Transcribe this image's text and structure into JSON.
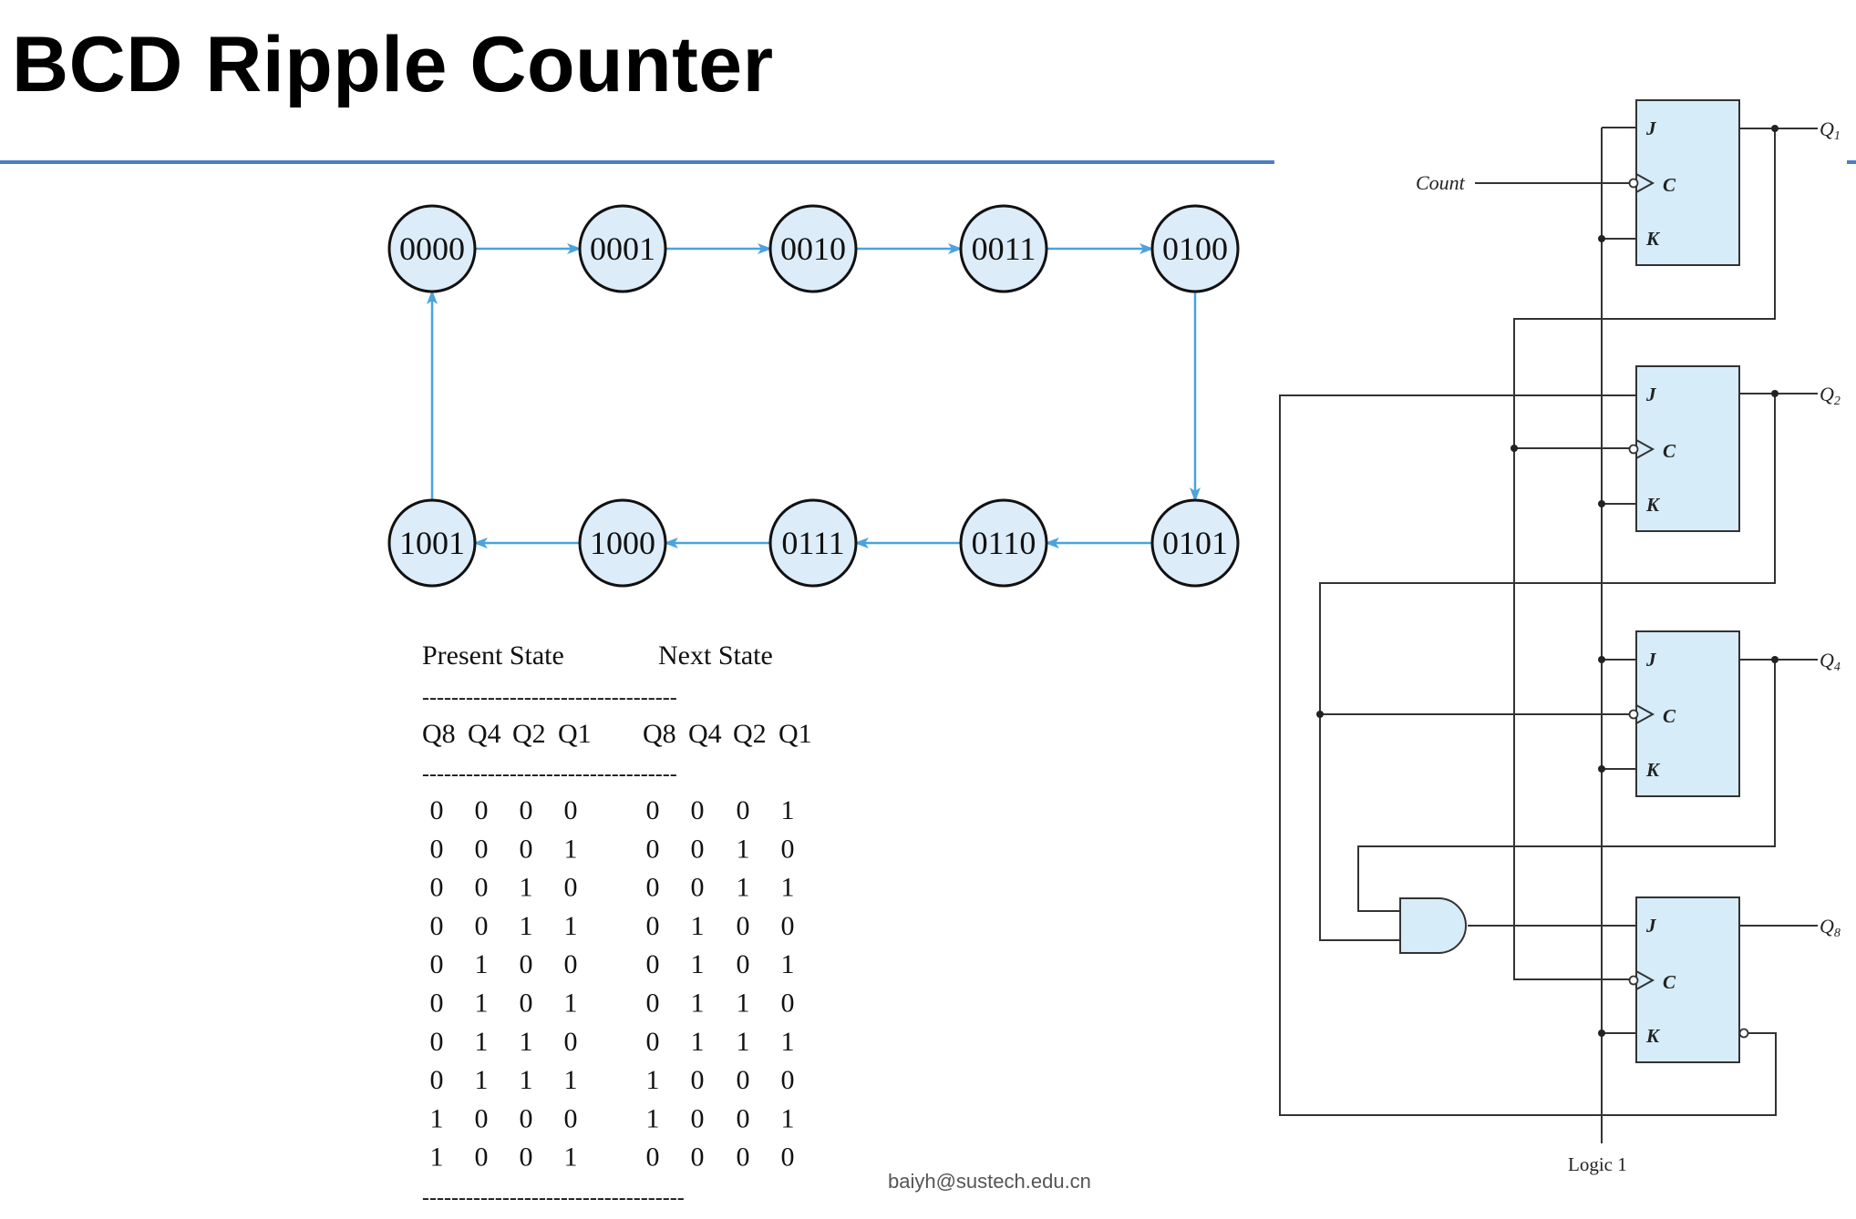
{
  "title": "BCD Ripple Counter",
  "footer": "baiyh@sustech.edu.cn",
  "state_diagram": {
    "top_row": [
      "0000",
      "0001",
      "0010",
      "0011",
      "0100"
    ],
    "bottom_row": [
      "1001",
      "1000",
      "0111",
      "0110",
      "0101"
    ],
    "colors": {
      "node_fill": "#dcecf8",
      "arrow": "#4aa3df"
    }
  },
  "table": {
    "present_header": "Present State",
    "next_header": "Next State",
    "dash_line": "-----------------------------------",
    "dash_line_last": "------------------------------------",
    "columns": [
      "Q8",
      "Q4",
      "Q2",
      "Q1",
      "Q8",
      "Q4",
      "Q2",
      "Q1"
    ],
    "rows": [
      [
        "0",
        "0",
        "0",
        "0",
        "0",
        "0",
        "0",
        "1"
      ],
      [
        "0",
        "0",
        "0",
        "1",
        "0",
        "0",
        "1",
        "0"
      ],
      [
        "0",
        "0",
        "1",
        "0",
        "0",
        "0",
        "1",
        "1"
      ],
      [
        "0",
        "0",
        "1",
        "1",
        "0",
        "1",
        "0",
        "0"
      ],
      [
        "0",
        "1",
        "0",
        "0",
        "0",
        "1",
        "0",
        "1"
      ],
      [
        "0",
        "1",
        "0",
        "1",
        "0",
        "1",
        "1",
        "0"
      ],
      [
        "0",
        "1",
        "1",
        "0",
        "0",
        "1",
        "1",
        "1"
      ],
      [
        "0",
        "1",
        "1",
        "1",
        "1",
        "0",
        "0",
        "0"
      ],
      [
        "1",
        "0",
        "0",
        "0",
        "1",
        "0",
        "0",
        "1"
      ],
      [
        "1",
        "0",
        "0",
        "1",
        "0",
        "0",
        "0",
        "0"
      ]
    ]
  },
  "circuit": {
    "count_label": "Count",
    "logic_label": "Logic 1",
    "flipflop_inputs": [
      "J",
      "C",
      "K"
    ],
    "outputs": [
      {
        "letter": "Q",
        "sub": "1"
      },
      {
        "letter": "Q",
        "sub": "2"
      },
      {
        "letter": "Q",
        "sub": "4"
      },
      {
        "letter": "Q",
        "sub": "8"
      }
    ],
    "colors": {
      "ff_fill": "#d6ecf8",
      "wire": "#333333"
    }
  }
}
